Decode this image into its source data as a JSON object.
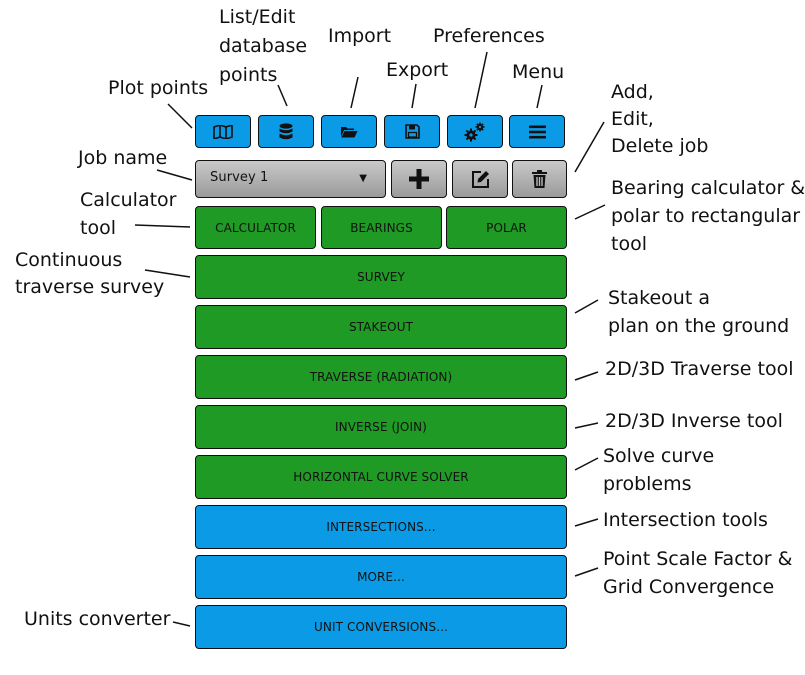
{
  "toolbar": {
    "icons": [
      "map-icon",
      "database-icon",
      "folder-open-icon",
      "save-icon",
      "gears-icon",
      "hamburger-menu-icon"
    ]
  },
  "job": {
    "selected": "Survey 1",
    "actions": [
      "plus-icon",
      "edit-icon",
      "trash-icon"
    ]
  },
  "tools": {
    "calculator": "CALCULATOR",
    "bearings": "BEARINGS",
    "polar": "POLAR"
  },
  "main_buttons": {
    "survey": "SURVEY",
    "stakeout": "STAKEOUT",
    "traverse": "TRAVERSE (RADIATION)",
    "inverse": "INVERSE (JOIN)",
    "curve": "HORIZONTAL CURVE SOLVER",
    "intersections": "INTERSECTIONS...",
    "more": "MORE...",
    "units": "UNIT CONVERSIONS..."
  },
  "annotations": {
    "plot_points": "Plot points",
    "list_edit_1": "List/Edit",
    "list_edit_2": "database",
    "list_edit_3": "points",
    "import": "Import",
    "export": "Export",
    "preferences": "Preferences",
    "menu": "Menu",
    "add_1": "Add,",
    "add_2": "Edit,",
    "add_3": "Delete job",
    "job_name": "Job name",
    "calculator_1": "Calculator",
    "calculator_2": "tool",
    "bearing_1": "Bearing calculator &",
    "bearing_2": "polar to rectangular",
    "bearing_3": "tool",
    "continuous_1": "Continuous",
    "continuous_2": "traverse survey",
    "stakeout_1": "Stakeout a",
    "stakeout_2": "plan on the ground",
    "traverse": "2D/3D Traverse tool",
    "inverse": "2D/3D Inverse tool",
    "curve_1": "Solve curve",
    "curve_2": "problems",
    "intersection": "Intersection tools",
    "psf_1": "Point Scale Factor &",
    "psf_2": "Grid Convergence",
    "units": "Units converter"
  },
  "colors": {
    "green": "#1f9a24",
    "blue": "#0b9be6",
    "grey": "#b0b0b0"
  }
}
